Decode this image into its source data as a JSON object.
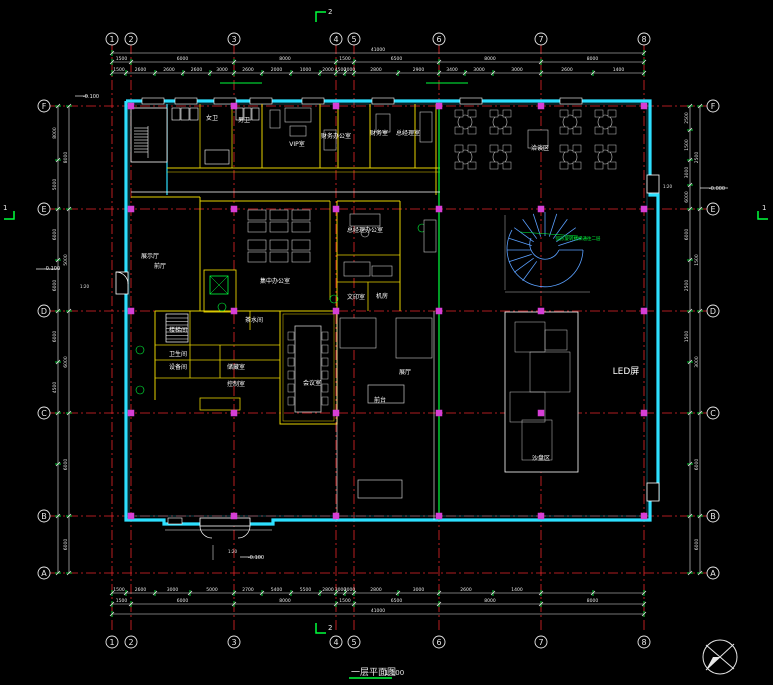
{
  "sheet": {
    "title": "一层平面图",
    "scale": "1:100",
    "section_mark_top": "2",
    "section_mark_bottom": "2",
    "section_mark_left": "1",
    "section_mark_right": "1"
  },
  "colors": {
    "background": "#000000",
    "axis": "#e8262a",
    "wall": "#2de0ff",
    "dim": "#e8e8e8",
    "door": "#ffffff",
    "annot": "#00ff3c",
    "column": "#d63fd6",
    "furniture": "#c8c8c8",
    "stair": "#5aa0ff",
    "room_label": "#ffffff",
    "yellow": "#e6d200"
  },
  "axes": {
    "vertical": [
      "1",
      "2",
      "3",
      "4",
      "5",
      "6",
      "7",
      "8"
    ],
    "horizontal": [
      "F",
      "E",
      "D",
      "C",
      "B",
      "A"
    ]
  },
  "dimensions": {
    "top_total": "41000",
    "bottom_total": "41000",
    "top_row": [
      "1500",
      "2600",
      "2600",
      "2600",
      "3000",
      "2600",
      "2000",
      "1000",
      "2000",
      "4500",
      "2000",
      "2800",
      "2900",
      "3400",
      "3000",
      "3000",
      "2600",
      "1400"
    ],
    "top_axis_row": [
      "1500",
      "6000",
      "8000",
      "1500",
      "6500",
      "8000",
      "8000",
      "1500"
    ],
    "bottom_row": [
      "1500",
      "2600",
      "3000",
      "5000",
      "2700",
      "5400",
      "5500",
      "2800",
      "3000",
      "3000",
      "2800",
      "3000",
      "2600",
      "1400"
    ],
    "bottom_axis_row": [
      "1500",
      "6000",
      "8000",
      "1500",
      "6500",
      "8000",
      "8000",
      "1500"
    ],
    "left_row": [
      "8000",
      "5000",
      "6000",
      "6000",
      "6000",
      "4500"
    ],
    "right_row": [
      "2500",
      "1500",
      "3000",
      "6000",
      "6000",
      "2500",
      "1500"
    ]
  },
  "levels": {
    "left": "-0.100",
    "right": "-0.000",
    "entrance": "-0.100",
    "top_left": "-0.100"
  },
  "rooms": [
    {
      "name": "女卫"
    },
    {
      "name": "男卫"
    },
    {
      "name": "VIP室"
    },
    {
      "name": "财务办公室"
    },
    {
      "name": "财务室"
    },
    {
      "name": "总经理室"
    },
    {
      "name": "洽谈区"
    },
    {
      "name": "前厅"
    },
    {
      "name": "展示厅"
    },
    {
      "name": "集中办公室"
    },
    {
      "name": "总经理办公室"
    },
    {
      "name": "文印室"
    },
    {
      "name": "茶水间"
    },
    {
      "name": "机房"
    },
    {
      "name": "会议室"
    },
    {
      "name": "前台"
    },
    {
      "name": "展厅"
    },
    {
      "name": "LED屏"
    },
    {
      "name": "沙盘区"
    },
    {
      "name": "卫生间"
    },
    {
      "name": "储藏室"
    },
    {
      "name": "设备间"
    },
    {
      "name": "控制室"
    },
    {
      "name": "楼梯间"
    }
  ],
  "notes": {
    "stair_note": "弧形旋转楼梯通往二层"
  }
}
